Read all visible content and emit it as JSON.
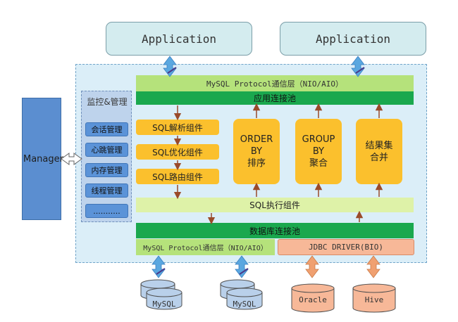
{
  "apps": [
    "Application",
    "Application"
  ],
  "protocol_top": "MySQL Protocol通信层（NIO/AIO）",
  "conn_pool": "应用连接池",
  "monitor": {
    "title": "监控&管理",
    "items": [
      "会话管理",
      "心跳管理",
      "内存管理",
      "线程管理",
      "..........."
    ]
  },
  "manager": "Manager",
  "sql_components": [
    "SQL解析组件",
    "SQL优化组件",
    "SQL路由组件"
  ],
  "ops": {
    "order_by": [
      "ORDER BY",
      "排序"
    ],
    "group_by": [
      "GROUP BY",
      "聚合"
    ],
    "merge": [
      "结果集",
      "合并"
    ]
  },
  "sql_exec": "SQL执行组件",
  "db_pool": "数据库连接池",
  "protocol_bottom": "MySQL Protocol通信层（NIO/AIO）",
  "jdbc": "JDBC DRIVER(BIO)",
  "databases": [
    "MySQL",
    "MySQL",
    "Oracle",
    "Hive"
  ],
  "colors": {
    "arrow_blue": "#5aa7e0",
    "arrow_orange": "#f0a070",
    "arrow_brown": "#9a4a2a",
    "green_dark": "#1aa84e",
    "green_light": "#b5e27b",
    "orange": "#fbc02d"
  }
}
